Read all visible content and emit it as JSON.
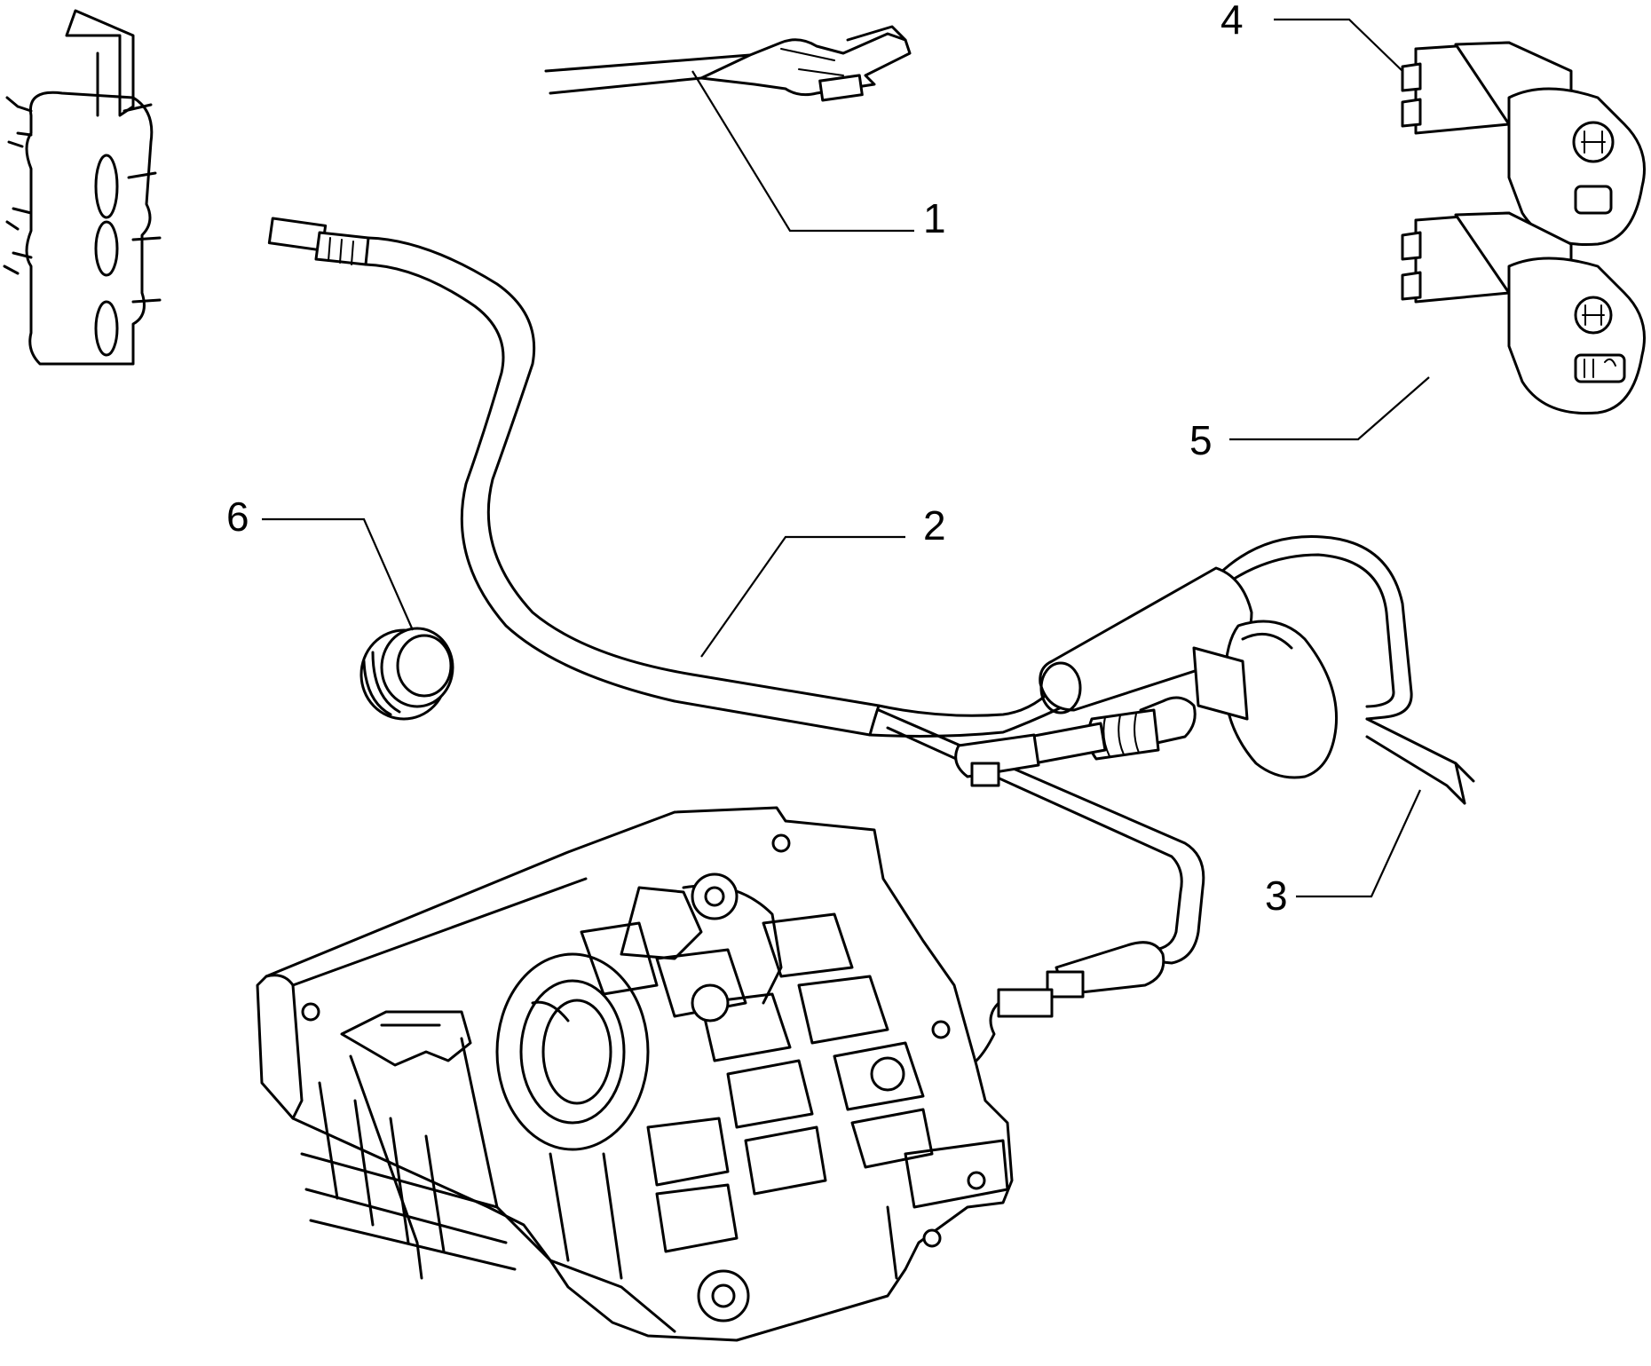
{
  "callouts": [
    {
      "id": "1",
      "label": "1"
    },
    {
      "id": "2",
      "label": "2"
    },
    {
      "id": "3",
      "label": "3"
    },
    {
      "id": "4",
      "label": "4"
    },
    {
      "id": "5",
      "label": "5"
    },
    {
      "id": "6",
      "label": "6"
    }
  ],
  "parts": [
    {
      "callout": "1",
      "icon": "flat-terminal-wire-icon"
    },
    {
      "callout": "2",
      "icon": "wiring-harness-icon"
    },
    {
      "callout": "3",
      "icon": "switch-with-cable-icon"
    },
    {
      "callout": "4",
      "icon": "push-button-switch-icon"
    },
    {
      "callout": "5",
      "icon": "push-button-switch-icon"
    },
    {
      "callout": "6",
      "icon": "grommet-icon"
    }
  ]
}
